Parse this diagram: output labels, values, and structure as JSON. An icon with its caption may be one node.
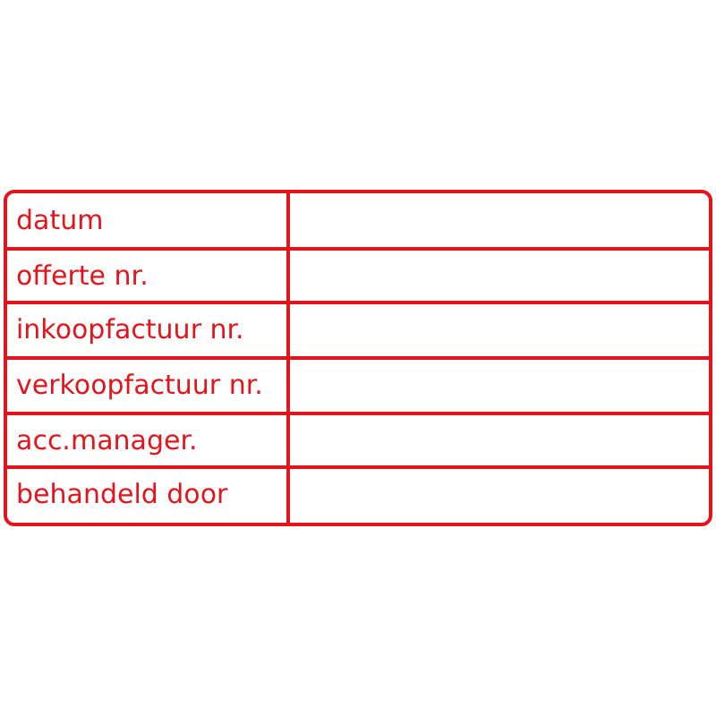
{
  "diagram": {
    "labels": [
      "datum",
      "offerte nr.",
      "inkoopfactuur nr.",
      "verkoopfactuur nr.",
      "acc.manager.",
      "behandeld door"
    ]
  }
}
